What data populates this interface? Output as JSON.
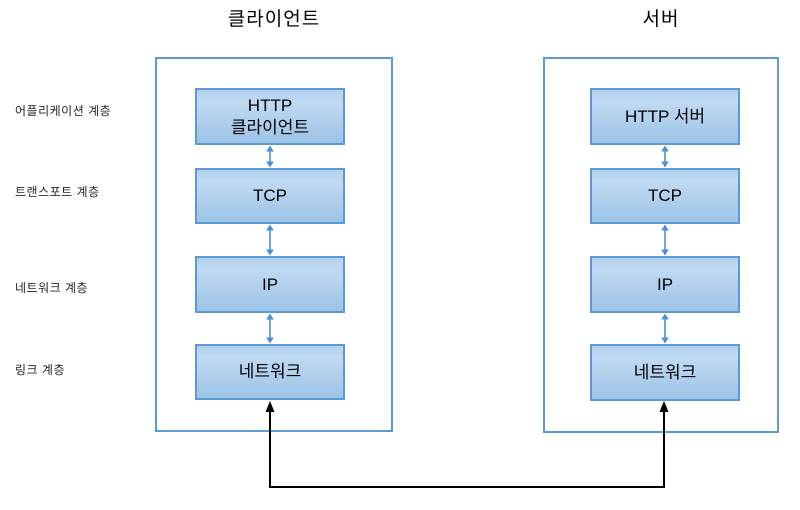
{
  "diagram": {
    "client": {
      "title": "클라이언트",
      "boxes": [
        {
          "line1": "HTTP",
          "line2": "클라이언트"
        },
        {
          "line1": "TCP"
        },
        {
          "line1": "IP"
        },
        {
          "line1": "네트워크"
        }
      ]
    },
    "server": {
      "title": "서버",
      "boxes": [
        {
          "line1": "HTTP 서버"
        },
        {
          "line1": "TCP"
        },
        {
          "line1": "IP"
        },
        {
          "line1": "네트워크"
        }
      ]
    },
    "layer_labels": [
      {
        "label": "어플리케이션 계층"
      },
      {
        "label": "트랜스포트 계층"
      },
      {
        "label": "네트워크 계층"
      },
      {
        "label": "링크 계층"
      }
    ],
    "icons": {
      "bidirectional_arrow": "↕",
      "up_arrow": "↑"
    },
    "colors": {
      "box_border": "#5B9BD5",
      "box_fill_top": "#B3D1ED",
      "box_fill_bottom": "#9DC3E6",
      "container_border": "#5B9BD5",
      "blue_arrow": "#4A90D2",
      "black_connector": "#000000",
      "title_text": "#000000",
      "label_text": "#262626"
    }
  }
}
